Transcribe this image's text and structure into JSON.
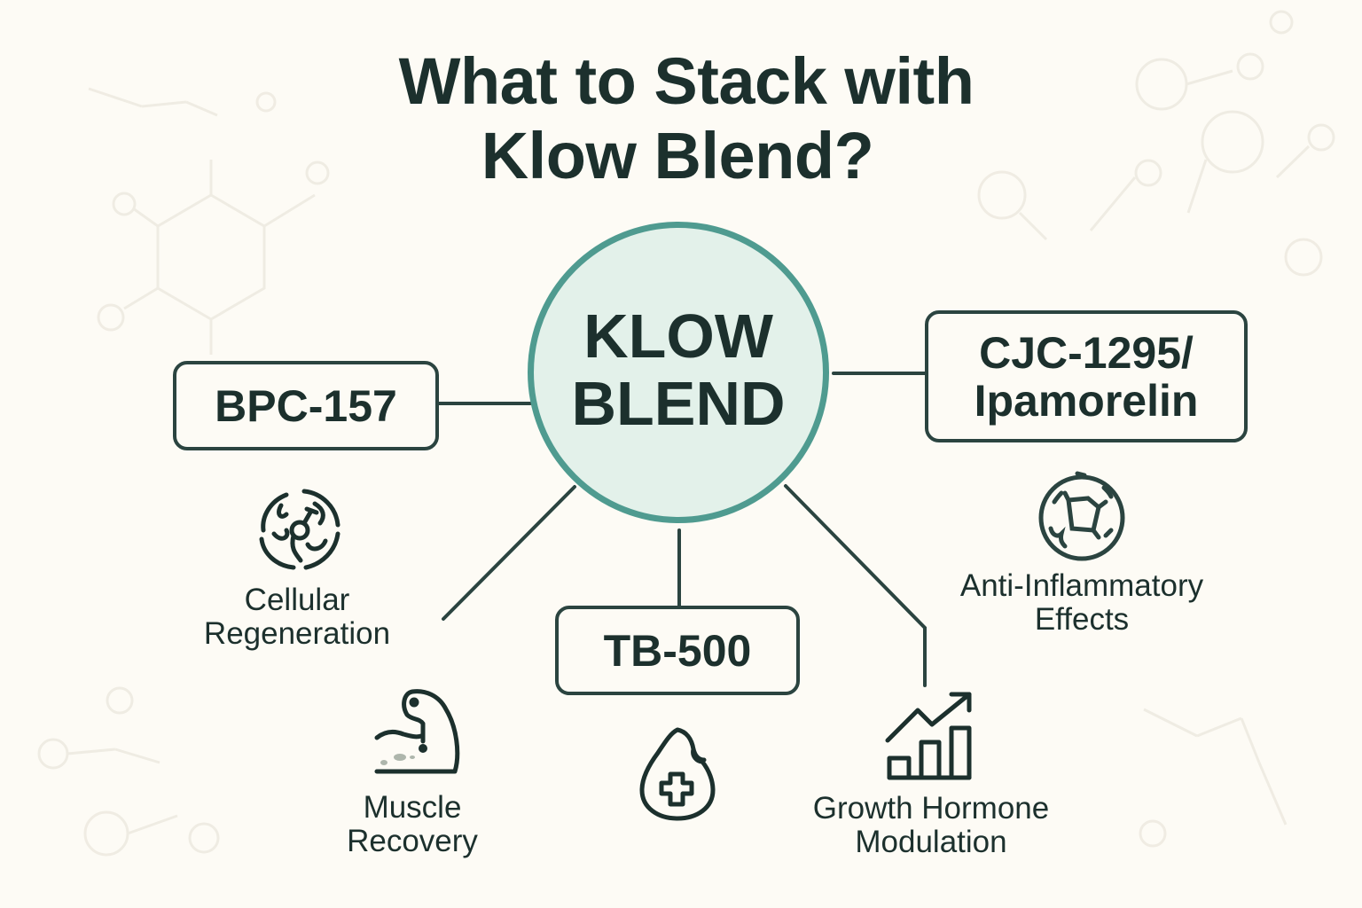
{
  "title": {
    "line1": "What to Stack with",
    "line2": "Klow Blend?"
  },
  "hub": {
    "line1": "KLOW",
    "line2": "BLEND"
  },
  "nodes": [
    {
      "id": "bpc-157",
      "lines": [
        "BPC-157"
      ]
    },
    {
      "id": "cjc-1295-ipamorelin",
      "lines": [
        "CJC-1295/",
        "Ipamorelin"
      ]
    },
    {
      "id": "tb-500",
      "lines": [
        "TB-500"
      ]
    }
  ],
  "benefits": [
    {
      "id": "cellular-regeneration",
      "icon": "cell-icon",
      "lines": [
        "Cellular",
        "Regeneration"
      ]
    },
    {
      "id": "anti-inflammatory",
      "icon": "bacteria-shield-icon",
      "lines": [
        "Anti-Inflammatory",
        "Effects"
      ]
    },
    {
      "id": "muscle-recovery",
      "icon": "flexed-arm-icon",
      "lines": [
        "Muscle",
        "Recovery"
      ]
    },
    {
      "id": "healing",
      "icon": "drop-plus-icon",
      "lines": []
    },
    {
      "id": "growth-hormone-modulation",
      "icon": "growth-chart-icon",
      "lines": [
        "Growth Hormone",
        "Modulation"
      ]
    }
  ],
  "colors": {
    "background": "#fdfbf5",
    "text": "#1c302d",
    "hub_fill": "#e3f1ea",
    "hub_border": "#4f9b90",
    "line": "#2b4440"
  }
}
